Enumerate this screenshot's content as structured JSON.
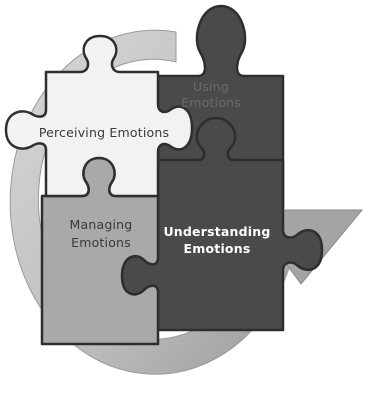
{
  "pieces": {
    "perceiving": {
      "lines": [
        "Perceiving Emotions"
      ]
    },
    "using": {
      "lines": [
        "Using",
        "Emotions"
      ]
    },
    "managing": {
      "lines": [
        "Managing",
        "Emotions"
      ]
    },
    "understanding": {
      "lines": [
        "Understanding",
        "Emotions"
      ]
    }
  },
  "colors": {
    "arrow": "#c8c8c8",
    "perceiving": "#f2f2f2",
    "using": "#4a4a4a",
    "managing": "#a9a9a9",
    "understanding": "#4a4a4a",
    "outline": "#2e2e2e"
  }
}
